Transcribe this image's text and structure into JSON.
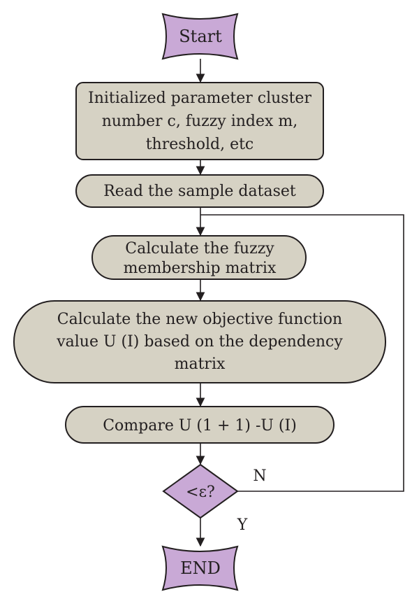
{
  "start": "Start",
  "init": {
    "line1": "Initialized parameter cluster",
    "line2": "number c, fuzzy index m,",
    "line3": "threshold, etc"
  },
  "read": "Read the sample dataset",
  "calc_membership": {
    "line1": "Calculate the fuzzy",
    "line2": "membership matrix"
  },
  "calc_objective": {
    "line1": "Calculate the new objective function",
    "line2": "value U (I) based on the dependency",
    "line3": "matrix"
  },
  "compare": "Compare U (1 + 1) -U (I)",
  "decision": "<ε?",
  "no_label": "N",
  "yes_label": "Y",
  "end": "END",
  "colors": {
    "terminal_fill": "#c9a9d6",
    "process_fill": "#d6d2c4",
    "stroke": "#231f20"
  }
}
